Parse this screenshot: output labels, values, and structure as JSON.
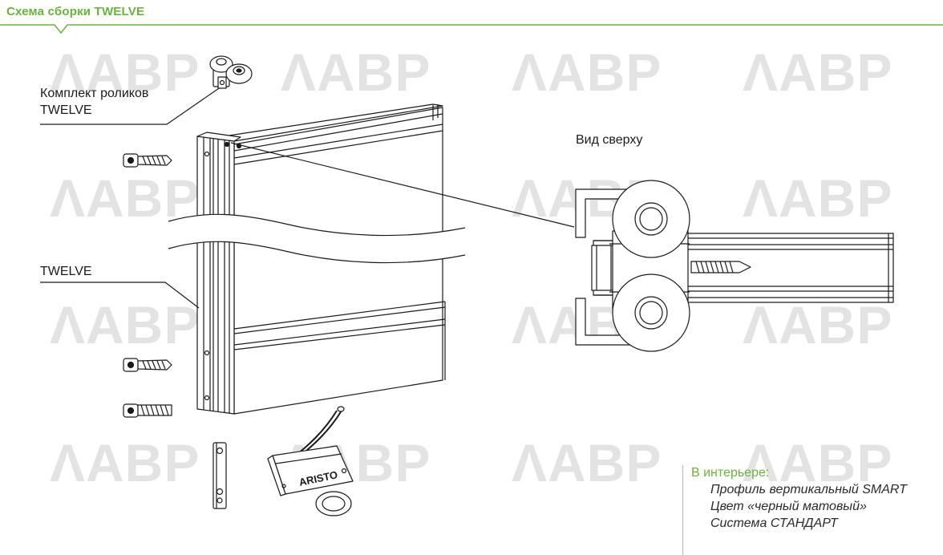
{
  "header": {
    "title": "Схема сборки TWELVE",
    "accent_color": "#6ab33e"
  },
  "watermark": {
    "text": "ΛАВР"
  },
  "labels": {
    "roller_kit_line1": "Комплект роликов",
    "roller_kit_line2": "TWELVE",
    "profile": "TWELVE",
    "top_view": "Вид сверху"
  },
  "brand_stamp": "ARISTO",
  "interior": {
    "title": "В интерьере:",
    "lines": [
      "Профиль вертикальный SMART",
      "Цвет «черный матовый»",
      "Система СТАНДАРТ"
    ]
  },
  "icons": [
    "roller-kit-icon",
    "screw-icon",
    "door-stopper-icon",
    "aristo-closer-icon"
  ]
}
